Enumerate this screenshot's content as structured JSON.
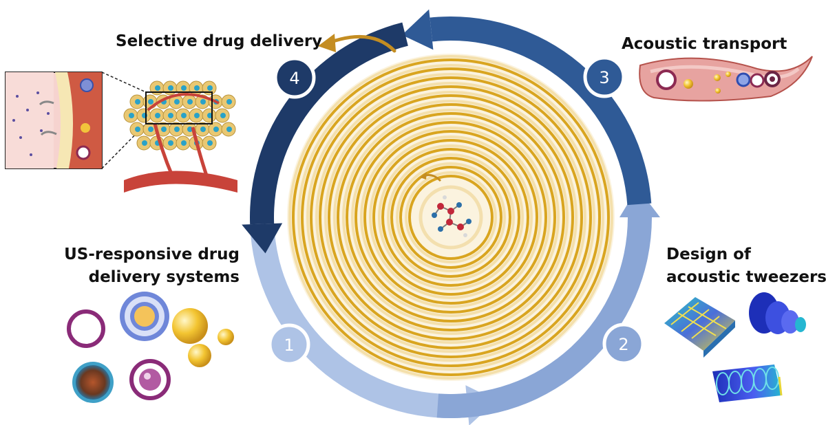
{
  "steps": [
    {
      "number": "1",
      "label_lines": [
        "US-responsive drug",
        "delivery systems"
      ],
      "color": "#aec3e6"
    },
    {
      "number": "2",
      "label_lines": [
        "Design of",
        "acoustic tweezers"
      ],
      "color": "#8aa6d6"
    },
    {
      "number": "3",
      "label_lines": [
        "Acoustic transport"
      ],
      "color": "#2f5a96"
    },
    {
      "number": "4",
      "label_lines": [
        "Selective drug delivery"
      ],
      "color": "#1e3a68"
    }
  ],
  "colors": {
    "spiral": "#d9a520",
    "spiral_glow": "#f0d38a",
    "tissue": "#f4c7c4",
    "vessel": "#c8433a",
    "cell": "#e9c873",
    "nucleus": "#2aa2c8",
    "molecule_red": "#c2273a",
    "molecule_blue": "#2c6fa8",
    "arrow_gold": "#c48d22"
  }
}
